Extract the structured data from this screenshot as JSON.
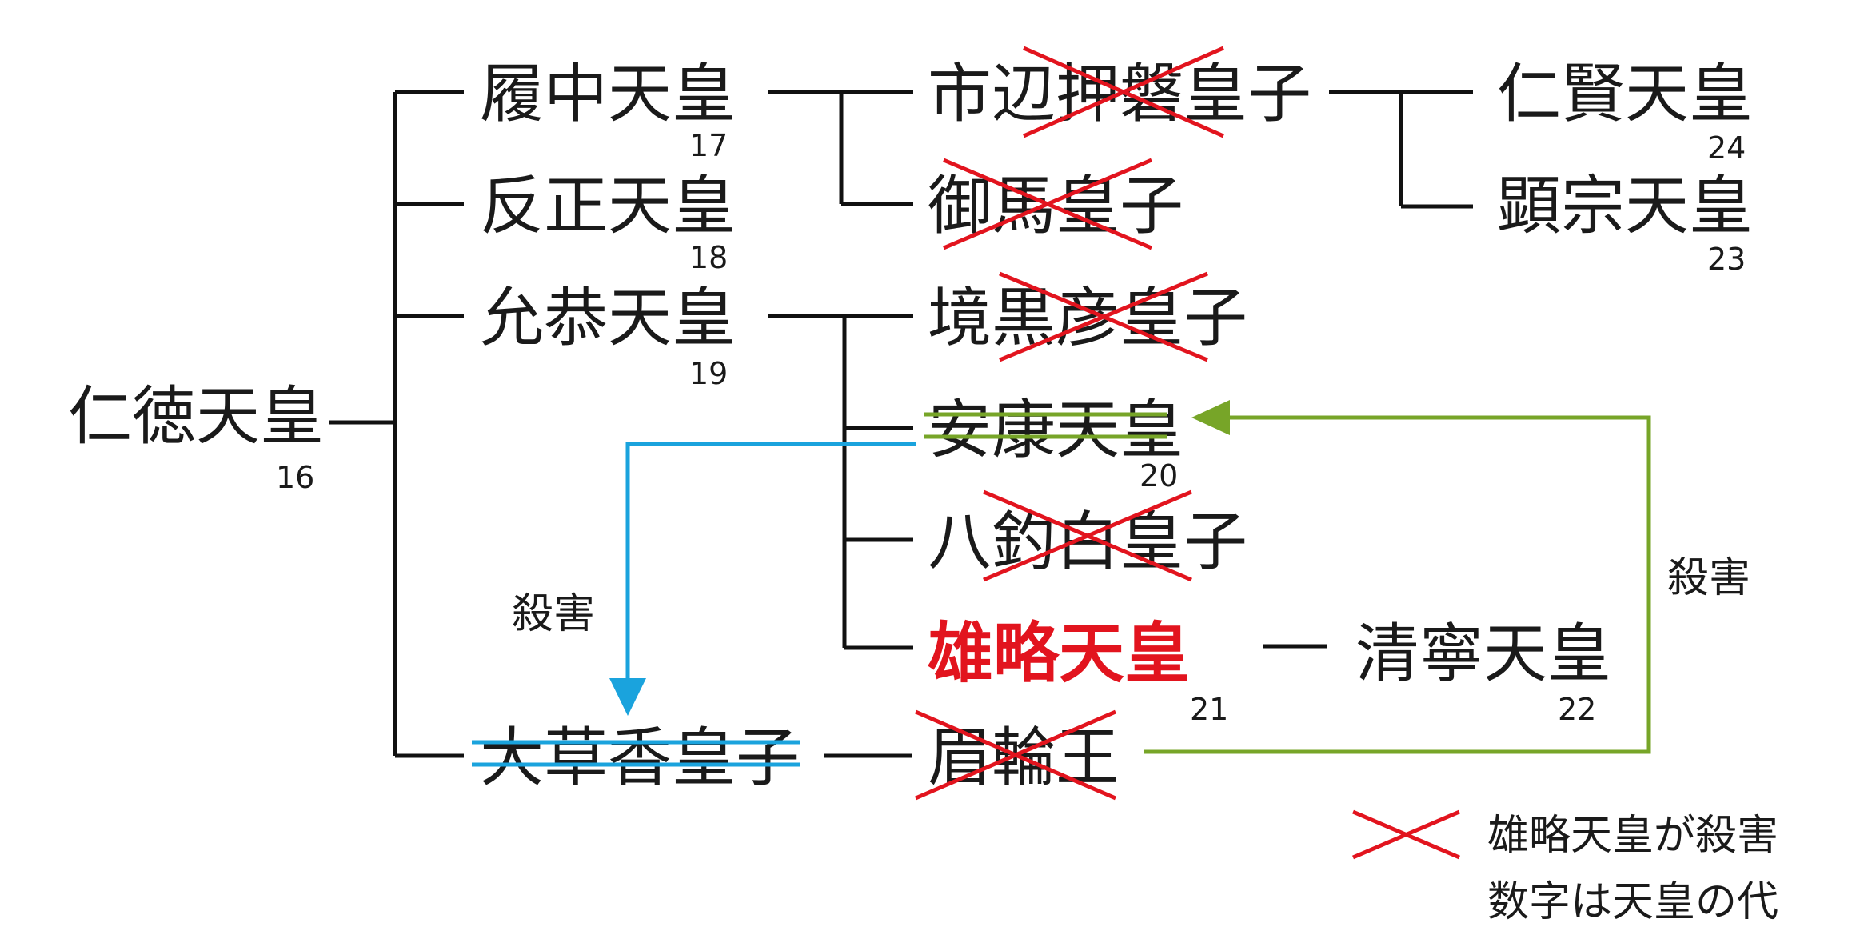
{
  "people": {
    "nintoku": {
      "name": "仁徳天皇",
      "gen": "16"
    },
    "richu": {
      "name": "履中天皇",
      "gen": "17"
    },
    "hanzei": {
      "name": "反正天皇",
      "gen": "18"
    },
    "ingyo": {
      "name": "允恭天皇",
      "gen": "19"
    },
    "ichinobe": {
      "name": "市辺押磐皇子"
    },
    "mima": {
      "name": "御馬皇子"
    },
    "sakai": {
      "name": "境黒彦皇子"
    },
    "anko": {
      "name": "安康天皇",
      "gen": "20"
    },
    "yatsuri": {
      "name": "八釣白皇子"
    },
    "yuryaku": {
      "name": "雄略天皇",
      "gen": "21"
    },
    "seinei": {
      "name": "清寧天皇",
      "gen": "22"
    },
    "kusaka": {
      "name": "大草香皇子"
    },
    "mayowa": {
      "name": "眉輪王"
    },
    "ninken": {
      "name": "仁賢天皇",
      "gen": "24"
    },
    "kenzo": {
      "name": "顕宗天皇",
      "gen": "23"
    }
  },
  "arrows": {
    "blue_label": "殺害",
    "green_label": "殺害"
  },
  "legend": {
    "cross_meaning": "雄略天皇が殺害",
    "number_meaning": "数字は天皇の代"
  },
  "colors": {
    "cross": "#e2141e",
    "blue_arrow": "#1aa3dd",
    "green_arrow": "#77a528",
    "highlight": "#e2141e"
  }
}
